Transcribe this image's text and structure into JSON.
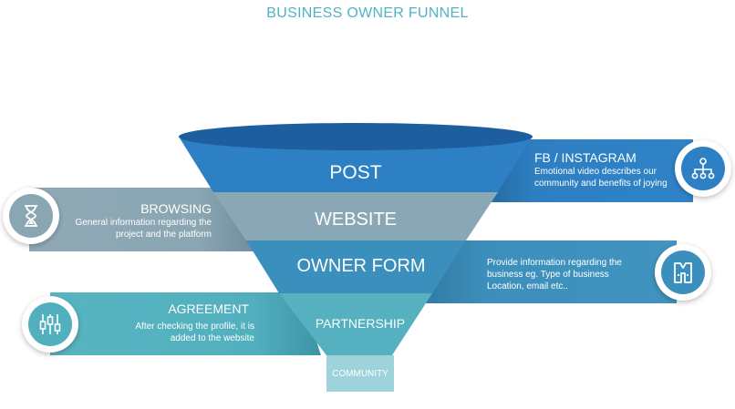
{
  "title": "BUSINESS OWNER FUNNEL",
  "funnel": {
    "post": "POST",
    "website": "WEBSITE",
    "owner_form": "OWNER FORM",
    "partnership": "PARTNERSHIP",
    "community": "COMMUNITY"
  },
  "cards": {
    "fb": {
      "title": "FB / INSTAGRAM",
      "line1": "Emotional video describes our",
      "line2": "community and benefits of joying",
      "icon": "network-hierarchy-icon"
    },
    "browsing": {
      "title": "BROWSING",
      "line1": "General information regarding the",
      "line2": "project  and the platform",
      "icon": "hourglass-icon"
    },
    "owner_info": {
      "line1": "Provide information regarding the",
      "line2": "business eg. Type of business",
      "line3": "Location, email etc..",
      "icon": "tool-vest-icon"
    },
    "agreement": {
      "title": "AGREEMENT",
      "line1": "After checking the profile, it  is",
      "line2": "added to the website",
      "icon": "candlestick-icon"
    }
  },
  "colors": {
    "title": "#4fb3c3",
    "post": "#2d80c4",
    "website": "#8aa7b6",
    "owner_form": "#3b8fbd",
    "partnership": "#55b0bf",
    "community": "#9fd3dc",
    "card_blue": "#2e7fc2",
    "card_grey": "#8aa6b3",
    "card_teal_blue": "#3d8fbb",
    "card_teal": "#52b0be"
  }
}
